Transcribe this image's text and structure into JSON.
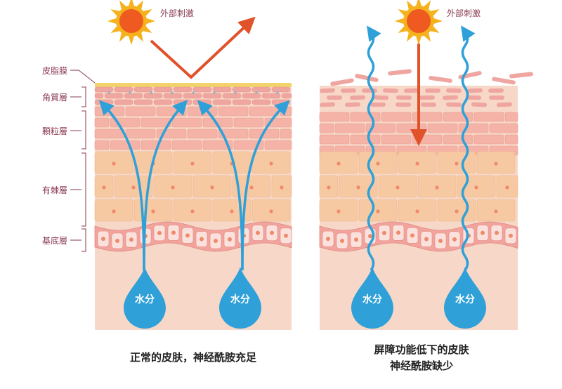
{
  "layers": {
    "sebum": "皮脂膜",
    "stratum_corneum": "角質層",
    "stratum_granulosum": "顆粒層",
    "stratum_spinosum": "有棘層",
    "stratum_basale": "基底層"
  },
  "left_panel": {
    "stimulus": "外部刺激",
    "droplet_1": "水分",
    "droplet_2": "水分",
    "caption": "正常的皮肤，神经酰胺充足"
  },
  "right_panel": {
    "stimulus": "外部刺激",
    "droplet_1": "水分",
    "droplet_2": "水分",
    "caption_line1": "屏障功能低下的皮肤",
    "caption_line2": "神经酰胺缺少"
  },
  "colors": {
    "skin_base": "#f6cfc2",
    "deep_layer": "#f7d8c8",
    "cell_pink": "#f0a6a0",
    "cell_orange": "#f7c9a2",
    "water_blue": "#2fa0d8",
    "arrow_red": "#e0522a",
    "sebum_yellow": "#f2d36a",
    "sun_orange": "#f08a1e",
    "label_color": "#8a3a52"
  }
}
